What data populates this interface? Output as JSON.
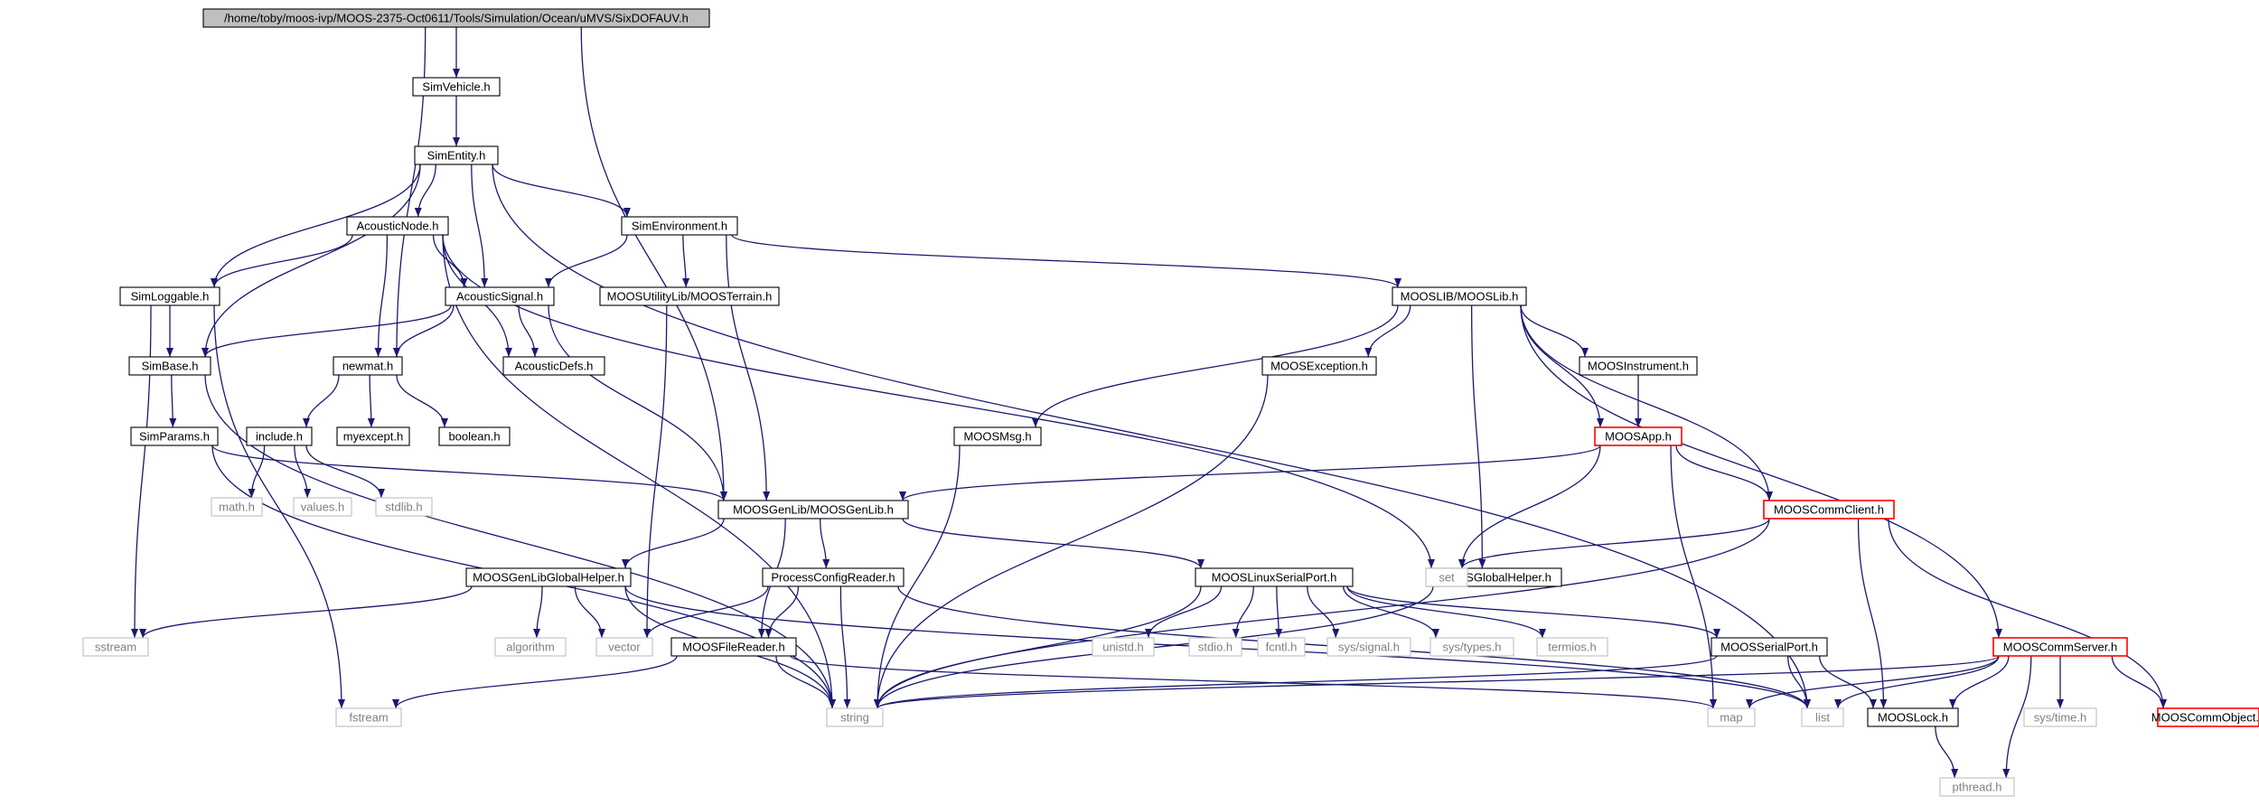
{
  "colors": {
    "edge": "#191970",
    "box_border": "#000000",
    "system_border": "#bfbfbf",
    "system_text": "#7f7f7f",
    "truncated_border": "#ff0000",
    "root_fill": "#bfbfbf"
  },
  "nodes": [
    {
      "id": "root",
      "label": "/home/toby/moos-ivp/MOOS-2375-Oct0611/Tools/Simulation/Ocean/uMVS/SixDOFAUV.h",
      "style": "root"
    },
    {
      "id": "simvehicle",
      "label": "SimVehicle.h",
      "style": "normal"
    },
    {
      "id": "simentity",
      "label": "SimEntity.h",
      "style": "normal"
    },
    {
      "id": "acousticnode",
      "label": "AcousticNode.h",
      "style": "normal"
    },
    {
      "id": "simenv",
      "label": "SimEnvironment.h",
      "style": "normal"
    },
    {
      "id": "simloggable",
      "label": "SimLoggable.h",
      "style": "normal"
    },
    {
      "id": "acousticsignal",
      "label": "AcousticSignal.h",
      "style": "normal"
    },
    {
      "id": "terrain",
      "label": "MOOSUtilityLib/MOOSTerrain.h",
      "style": "normal"
    },
    {
      "id": "mooslib",
      "label": "MOOSLIB/MOOSLib.h",
      "style": "normal"
    },
    {
      "id": "simbase",
      "label": "SimBase.h",
      "style": "normal"
    },
    {
      "id": "newmat",
      "label": "newmat.h",
      "style": "normal"
    },
    {
      "id": "acousticdefs",
      "label": "AcousticDefs.h",
      "style": "normal"
    },
    {
      "id": "moosexception",
      "label": "MOOSException.h",
      "style": "normal"
    },
    {
      "id": "moosinstrument",
      "label": "MOOSInstrument.h",
      "style": "normal"
    },
    {
      "id": "simparams",
      "label": "SimParams.h",
      "style": "normal"
    },
    {
      "id": "include",
      "label": "include.h",
      "style": "normal"
    },
    {
      "id": "myexcept",
      "label": "myexcept.h",
      "style": "normal"
    },
    {
      "id": "boolean",
      "label": "boolean.h",
      "style": "normal"
    },
    {
      "id": "moosmsg",
      "label": "MOOSMsg.h",
      "style": "normal"
    },
    {
      "id": "moosapp",
      "label": "MOOSApp.h",
      "style": "truncated"
    },
    {
      "id": "mathh",
      "label": "math.h",
      "style": "system"
    },
    {
      "id": "valuesh",
      "label": "values.h",
      "style": "system"
    },
    {
      "id": "stdlibh",
      "label": "stdlib.h",
      "style": "system"
    },
    {
      "id": "moosgenlib",
      "label": "MOOSGenLib/MOOSGenLib.h",
      "style": "normal"
    },
    {
      "id": "mooscommclient",
      "label": "MOOSCommClient.h",
      "style": "truncated"
    },
    {
      "id": "globalhelper",
      "label": "MOOSGenLibGlobalHelper.h",
      "style": "normal"
    },
    {
      "id": "processconfig",
      "label": "ProcessConfigReader.h",
      "style": "normal"
    },
    {
      "id": "linuxserial",
      "label": "MOOSLinuxSerialPort.h",
      "style": "normal"
    },
    {
      "id": "moosglobalhelper",
      "label": "MOOSGlobalHelper.h",
      "style": "normal"
    },
    {
      "id": "set",
      "label": "set",
      "style": "system"
    },
    {
      "id": "sstream",
      "label": "sstream",
      "style": "system"
    },
    {
      "id": "algorithm",
      "label": "algorithm",
      "style": "system"
    },
    {
      "id": "vector",
      "label": "vector",
      "style": "system"
    },
    {
      "id": "moosfilereader",
      "label": "MOOSFileReader.h",
      "style": "normal"
    },
    {
      "id": "unistd",
      "label": "unistd.h",
      "style": "system"
    },
    {
      "id": "stdioh",
      "label": "stdio.h",
      "style": "system"
    },
    {
      "id": "fcntl",
      "label": "fcntl.h",
      "style": "system"
    },
    {
      "id": "syssignal",
      "label": "sys/signal.h",
      "style": "system"
    },
    {
      "id": "systypes",
      "label": "sys/types.h",
      "style": "system"
    },
    {
      "id": "termios",
      "label": "termios.h",
      "style": "system"
    },
    {
      "id": "mooscommserver",
      "label": "MOOSCommServer.h",
      "style": "truncated"
    },
    {
      "id": "moosserialport",
      "label": "MOOSSerialPort.h",
      "style": "normal"
    },
    {
      "id": "fstream",
      "label": "fstream",
      "style": "system"
    },
    {
      "id": "string",
      "label": "string",
      "style": "system"
    },
    {
      "id": "map",
      "label": "map",
      "style": "system"
    },
    {
      "id": "list",
      "label": "list",
      "style": "system"
    },
    {
      "id": "mooslock",
      "label": "MOOSLock.h",
      "style": "normal"
    },
    {
      "id": "systime",
      "label": "sys/time.h",
      "style": "system"
    },
    {
      "id": "mooscommobject",
      "label": "MOOSCommObject.h",
      "style": "truncated"
    },
    {
      "id": "pthread",
      "label": "pthread.h",
      "style": "system"
    }
  ],
  "edges": [
    [
      "root",
      "simvehicle"
    ],
    [
      "root",
      "newmat"
    ],
    [
      "root",
      "moosgenlib"
    ],
    [
      "simvehicle",
      "simentity"
    ],
    [
      "simentity",
      "acousticnode"
    ],
    [
      "simentity",
      "simenv"
    ],
    [
      "simentity",
      "simloggable"
    ],
    [
      "simentity",
      "acousticsignal"
    ],
    [
      "simentity",
      "simbase"
    ],
    [
      "simentity",
      "list"
    ],
    [
      "acousticnode",
      "simloggable"
    ],
    [
      "acousticnode",
      "acousticsignal"
    ],
    [
      "acousticnode",
      "newmat"
    ],
    [
      "acousticnode",
      "acousticdefs"
    ],
    [
      "acousticnode",
      "string"
    ],
    [
      "acousticnode",
      "set"
    ],
    [
      "simenv",
      "acousticsignal"
    ],
    [
      "simenv",
      "terrain"
    ],
    [
      "simenv",
      "mooslib"
    ],
    [
      "simenv",
      "moosgenlib"
    ],
    [
      "simloggable",
      "simbase"
    ],
    [
      "simloggable",
      "sstream"
    ],
    [
      "simloggable",
      "fstream"
    ],
    [
      "acousticsignal",
      "simbase"
    ],
    [
      "acousticsignal",
      "newmat"
    ],
    [
      "acousticsignal",
      "acousticdefs"
    ],
    [
      "acousticsignal",
      "moosgenlib"
    ],
    [
      "terrain",
      "vector"
    ],
    [
      "mooslib",
      "moosexception"
    ],
    [
      "mooslib",
      "moosinstrument"
    ],
    [
      "mooslib",
      "moosmsg"
    ],
    [
      "mooslib",
      "moosapp"
    ],
    [
      "mooslib",
      "mooscommclient"
    ],
    [
      "mooslib",
      "moosglobalhelper"
    ],
    [
      "mooslib",
      "mooscommserver"
    ],
    [
      "simbase",
      "simparams"
    ],
    [
      "simbase",
      "string"
    ],
    [
      "newmat",
      "include"
    ],
    [
      "newmat",
      "myexcept"
    ],
    [
      "newmat",
      "boolean"
    ],
    [
      "moosexception",
      "string"
    ],
    [
      "moosinstrument",
      "moosapp"
    ],
    [
      "simparams",
      "moosgenlib"
    ],
    [
      "simparams",
      "string"
    ],
    [
      "include",
      "mathh"
    ],
    [
      "include",
      "valuesh"
    ],
    [
      "include",
      "stdlibh"
    ],
    [
      "moosmsg",
      "string"
    ],
    [
      "moosapp",
      "moosgenlib"
    ],
    [
      "moosapp",
      "mooscommclient"
    ],
    [
      "moosapp",
      "set"
    ],
    [
      "moosapp",
      "map"
    ],
    [
      "moosgenlib",
      "globalhelper"
    ],
    [
      "moosgenlib",
      "processconfig"
    ],
    [
      "moosgenlib",
      "linuxserial"
    ],
    [
      "moosgenlib",
      "moosfilereader"
    ],
    [
      "mooscommclient",
      "set"
    ],
    [
      "mooscommclient",
      "string"
    ],
    [
      "mooscommclient",
      "mooslock"
    ],
    [
      "mooscommclient",
      "mooscommobject"
    ],
    [
      "globalhelper",
      "sstream"
    ],
    [
      "globalhelper",
      "algorithm"
    ],
    [
      "globalhelper",
      "vector"
    ],
    [
      "globalhelper",
      "string"
    ],
    [
      "globalhelper",
      "list"
    ],
    [
      "processconfig",
      "moosfilereader"
    ],
    [
      "processconfig",
      "vector"
    ],
    [
      "processconfig",
      "string"
    ],
    [
      "processconfig",
      "list"
    ],
    [
      "linuxserial",
      "unistd"
    ],
    [
      "linuxserial",
      "stdioh"
    ],
    [
      "linuxserial",
      "fcntl"
    ],
    [
      "linuxserial",
      "syssignal"
    ],
    [
      "linuxserial",
      "systypes"
    ],
    [
      "linuxserial",
      "termios"
    ],
    [
      "linuxserial",
      "moosserialport"
    ],
    [
      "linuxserial",
      "string"
    ],
    [
      "moosglobalhelper",
      "string"
    ],
    [
      "moosfilereader",
      "fstream"
    ],
    [
      "moosfilereader",
      "string"
    ],
    [
      "moosfilereader",
      "map"
    ],
    [
      "mooscommserver",
      "mooslock"
    ],
    [
      "mooscommserver",
      "map"
    ],
    [
      "mooscommserver",
      "list"
    ],
    [
      "mooscommserver",
      "string"
    ],
    [
      "mooscommserver",
      "systime"
    ],
    [
      "mooscommserver",
      "pthread"
    ],
    [
      "mooscommserver",
      "mooscommobject"
    ],
    [
      "moosserialport",
      "string"
    ],
    [
      "moosserialport",
      "list"
    ],
    [
      "moosserialport",
      "mooslock"
    ],
    [
      "mooslock",
      "pthread"
    ]
  ]
}
